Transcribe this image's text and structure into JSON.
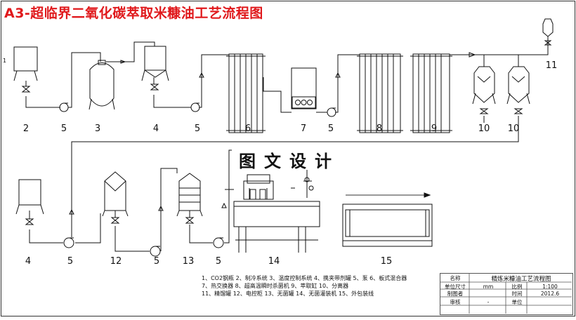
{
  "title": "A3-超临界二氧化碳萃取米糠油工艺流程图",
  "watermark": "图文设计",
  "side_mark": "1",
  "top_labels": [
    "2",
    "5",
    "3",
    "4",
    "5",
    "6",
    "7",
    "5",
    "8",
    "9",
    "10",
    "10",
    "11"
  ],
  "bottom_labels": [
    "4",
    "5",
    "12",
    "5",
    "13",
    "5",
    "14",
    "15"
  ],
  "legend": [
    "1、CO2钢瓶 2、制冷系统 3、温度控制系统 4、携夹带剂罐 5、泵 6、板式混合器",
    "7、热交换器 8、超高温瞬时杀菌机 9、萃取缸 10、分离器",
    "11、精馏罐 12、电控柜 13、无菌罐 14、无菌灌装机 15、外包装线"
  ],
  "title_block": {
    "name_label": "名称",
    "name_value": "精炼米糠油工艺流程图",
    "unit_label": "单位尺寸",
    "unit_value": "mm",
    "scale_label": "比例",
    "scale_value": "1:100",
    "drafter_label": "制图者",
    "drafter_value": "",
    "time_label": "时间",
    "time_value": "2012.6",
    "review_label": "审核",
    "review_value": "-",
    "org_label": "单位",
    "org_value": ""
  }
}
